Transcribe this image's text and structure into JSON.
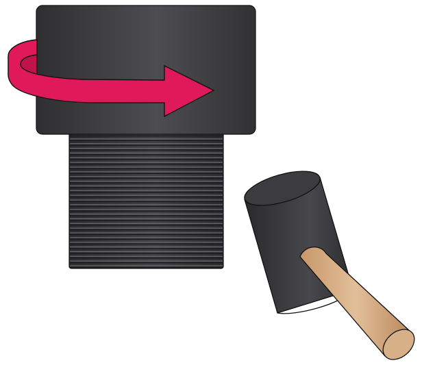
{
  "illustration": {
    "parts": [
      {
        "name": "cap",
        "shape": "rounded rectangle",
        "color": "#3b3b3e"
      },
      {
        "name": "threaded-body",
        "shape": "rectangle with grooves",
        "color": "#2f2f31"
      },
      {
        "name": "rotation-arrow",
        "icon": "curved-arrow-right-icon",
        "color": "#e01a5a"
      },
      {
        "name": "rubber-mallet",
        "icon": "mallet-icon",
        "color": "#2f2f31"
      },
      {
        "name": "mallet-handle",
        "color": "#d2a77b"
      }
    ],
    "colors": {
      "dark_gray": "#2f2f31",
      "mid_gray": "#4b4b4f",
      "arrow_pink": "#e01a5a",
      "handle_tan": "#d2a77b",
      "outline": "#111111"
    },
    "thread_groove_count": 28
  }
}
